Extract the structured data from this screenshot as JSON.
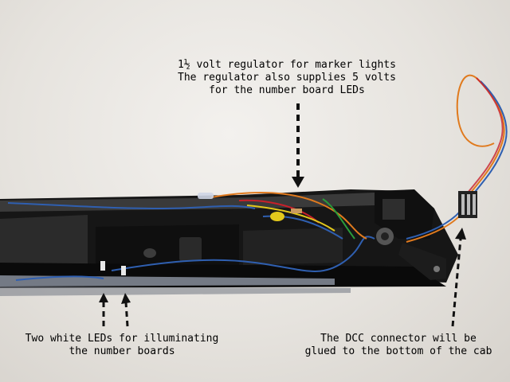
{
  "photo": {
    "subject": "locomotive shell interior with wiring"
  },
  "captions": {
    "regulator": {
      "line1": "1½ volt regulator for marker lights",
      "line2": "The regulator also supplies 5 volts",
      "line3": "for the number board LEDs"
    },
    "leds": {
      "line1": "Two white LEDs for illuminating",
      "line2": "the number boards"
    },
    "connector": {
      "line1": "The DCC connector will be",
      "line2": "glued to the bottom of the cab"
    }
  },
  "colors": {
    "shell": "#1a1a1a",
    "wire_blue": "#2f5fb0",
    "wire_orange": "#e07a1e",
    "wire_red": "#c8202a",
    "wire_yellow": "#e2c81c",
    "arrow": "#111111"
  }
}
